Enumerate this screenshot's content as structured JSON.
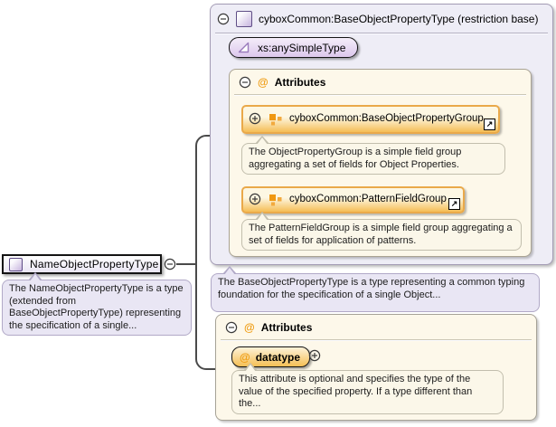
{
  "diagram": {
    "root": {
      "label": "NameObjectPropertyType",
      "description": "The NameObjectPropertyType is a type (extended from BaseObjectPropertyType) representing the specification of a single..."
    },
    "base_type": {
      "title": "cyboxCommon:BaseObjectPropertyType (restriction base)",
      "simple_type_label": "xs:anySimpleType",
      "attributes_header": "Attributes",
      "groups": [
        {
          "label": "cyboxCommon:BaseObjectPropertyGroup",
          "description": "The ObjectPropertyGroup is a simple field group aggregating a set of fields for Object Properties."
        },
        {
          "label": "cyboxCommon:PatternFieldGroup",
          "description": "The PatternFieldGroup is a simple field group aggregating a set of fields for application of patterns."
        }
      ],
      "description": "The BaseObjectPropertyType is a type representing a common typing foundation for the specification of a single Object..."
    },
    "attributes": {
      "header": "Attributes",
      "items": [
        {
          "name": "datatype",
          "description": "This attribute is optional and specifies the type of the value of the specified property. If a type different than the..."
        }
      ]
    },
    "glyphs": {
      "at": "@",
      "link_arrow": "↗"
    },
    "colors": {
      "lavender_panel": "#eeedf6",
      "lavender_bubble": "#e9e6f4",
      "cream_panel": "#fdf8ea",
      "cream_bubble": "#fbf7e9",
      "pill_orange": "#f5bd55",
      "pill_border_orange": "#eaa94a",
      "purple_icon": "#c7b4de",
      "at_orange": "#ef9c12",
      "connector": "#4a4a4a"
    }
  }
}
